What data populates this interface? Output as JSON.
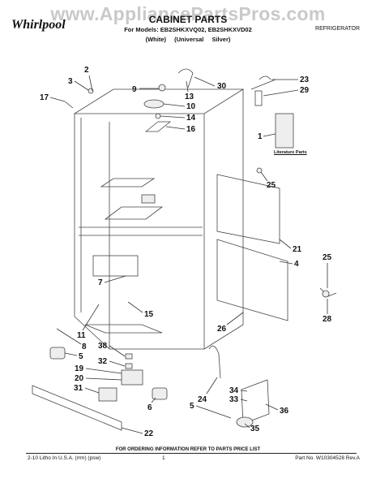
{
  "header": {
    "watermark": "www.AppliancePartsPros.com",
    "title": "CABINET PARTS",
    "models": "For Models: EB2SHKXVQ02, EB2SHKXVD02",
    "variants": "(White)  (Universal Silver)",
    "appliance_type": "REFRIGERATOR",
    "brand": "Whirlpool"
  },
  "literature_label": "Literature Parts",
  "callouts": [
    "2",
    "3",
    "17",
    "9",
    "30",
    "13",
    "10",
    "14",
    "16",
    "23",
    "29",
    "1",
    "25",
    "21",
    "4",
    "7",
    "25",
    "28",
    "15",
    "11",
    "8",
    "26",
    "5",
    "38",
    "32",
    "19",
    "20",
    "31",
    "6",
    "24",
    "34",
    "33",
    "36",
    "5",
    "35",
    "22"
  ],
  "footer": {
    "order_note": "FOR ORDERING INFORMATION REFER TO PARTS PRICE LIST",
    "litho": "2-10 Litho In U.S.A. (rrm) (psw)",
    "page": "1",
    "part_number": "Part No. W10304528 Rev.A"
  }
}
